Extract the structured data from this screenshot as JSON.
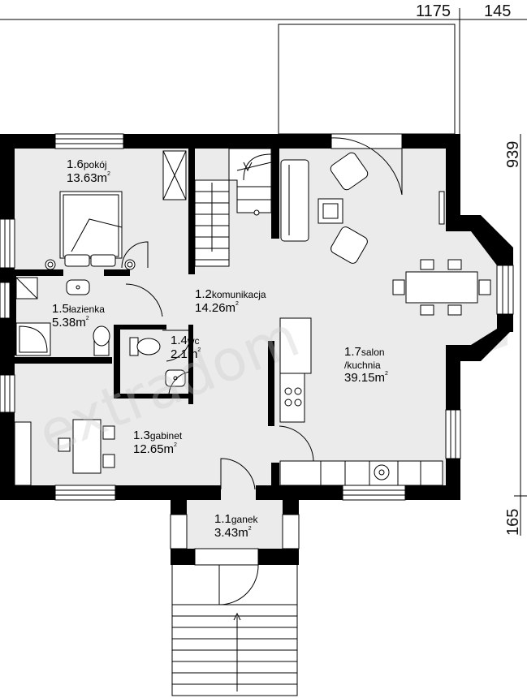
{
  "dimensions": {
    "top_left": "1175",
    "top_right": "145",
    "right_upper": "939",
    "right_lower": "165"
  },
  "watermark": "extradom",
  "rooms": [
    {
      "number": "1.1",
      "name": "ganek",
      "area": "3.43",
      "unit": "m",
      "exp": "2"
    },
    {
      "number": "1.2",
      "name": "komunikacja",
      "area": "14.26",
      "unit": "m",
      "exp": "2"
    },
    {
      "number": "1.3",
      "name": "gabinet",
      "area": "12.65",
      "unit": "m",
      "exp": "2"
    },
    {
      "number": "1.4",
      "name": "wc",
      "area": "2.1",
      "unit": "m",
      "exp": "2"
    },
    {
      "number": "1.5",
      "name": "łazienka",
      "area": "5.38",
      "unit": "m",
      "exp": "2"
    },
    {
      "number": "1.6",
      "name": "pokój",
      "area": "13.63",
      "unit": "m",
      "exp": "2"
    },
    {
      "number": "1.7",
      "name": "salon",
      "name2": "/kuchnia",
      "area": "39.15",
      "unit": "m",
      "exp": "2"
    }
  ],
  "colors": {
    "wall": "#000000",
    "floor": "#ebebeb",
    "line": "#000000"
  }
}
